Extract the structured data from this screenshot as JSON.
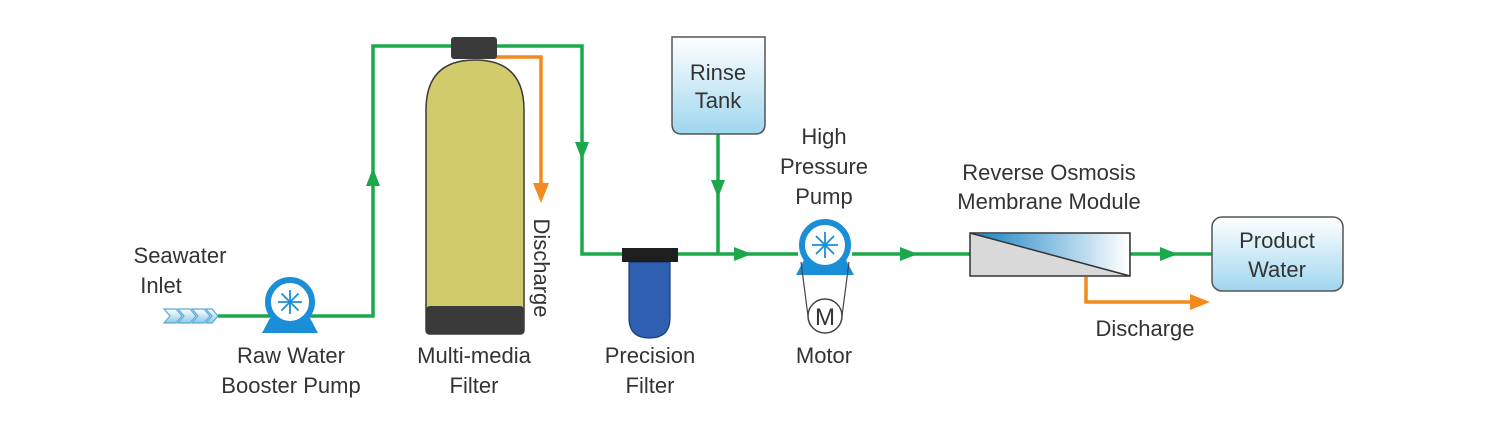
{
  "diagram": {
    "title": "Seawater Reverse Osmosis Process Flow",
    "colors": {
      "water_pipe": "#1aa84b",
      "discharge_pipe": "#f28a1e",
      "pump_blue": "#1a8fd8",
      "filter_body": "#d2cb6c",
      "filter_cap": "#3a3a3a",
      "precision_filter": "#2f5fb0",
      "tank_fill_top": "#ffffff",
      "tank_fill_bottom": "#a8dcf0"
    },
    "labels": {
      "seawater_inlet": [
        "Seawater",
        "Inlet"
      ],
      "raw_water_pump": [
        "Raw Water",
        "Booster Pump"
      ],
      "multimedia_filter": [
        "Multi-media",
        "Filter"
      ],
      "discharge_vertical": "Discharge",
      "precision_filter": [
        "Precision",
        "Filter"
      ],
      "rinse_tank": [
        "Rinse",
        "Tank"
      ],
      "high_pressure_pump": [
        "High",
        "Pressure",
        "Pump"
      ],
      "motor": "Motor",
      "motor_symbol": "M",
      "ro_module": [
        "Reverse Osmosis",
        "Membrane Module"
      ],
      "product_water": [
        "Product",
        "Water"
      ],
      "discharge_bottom": "Discharge"
    }
  }
}
